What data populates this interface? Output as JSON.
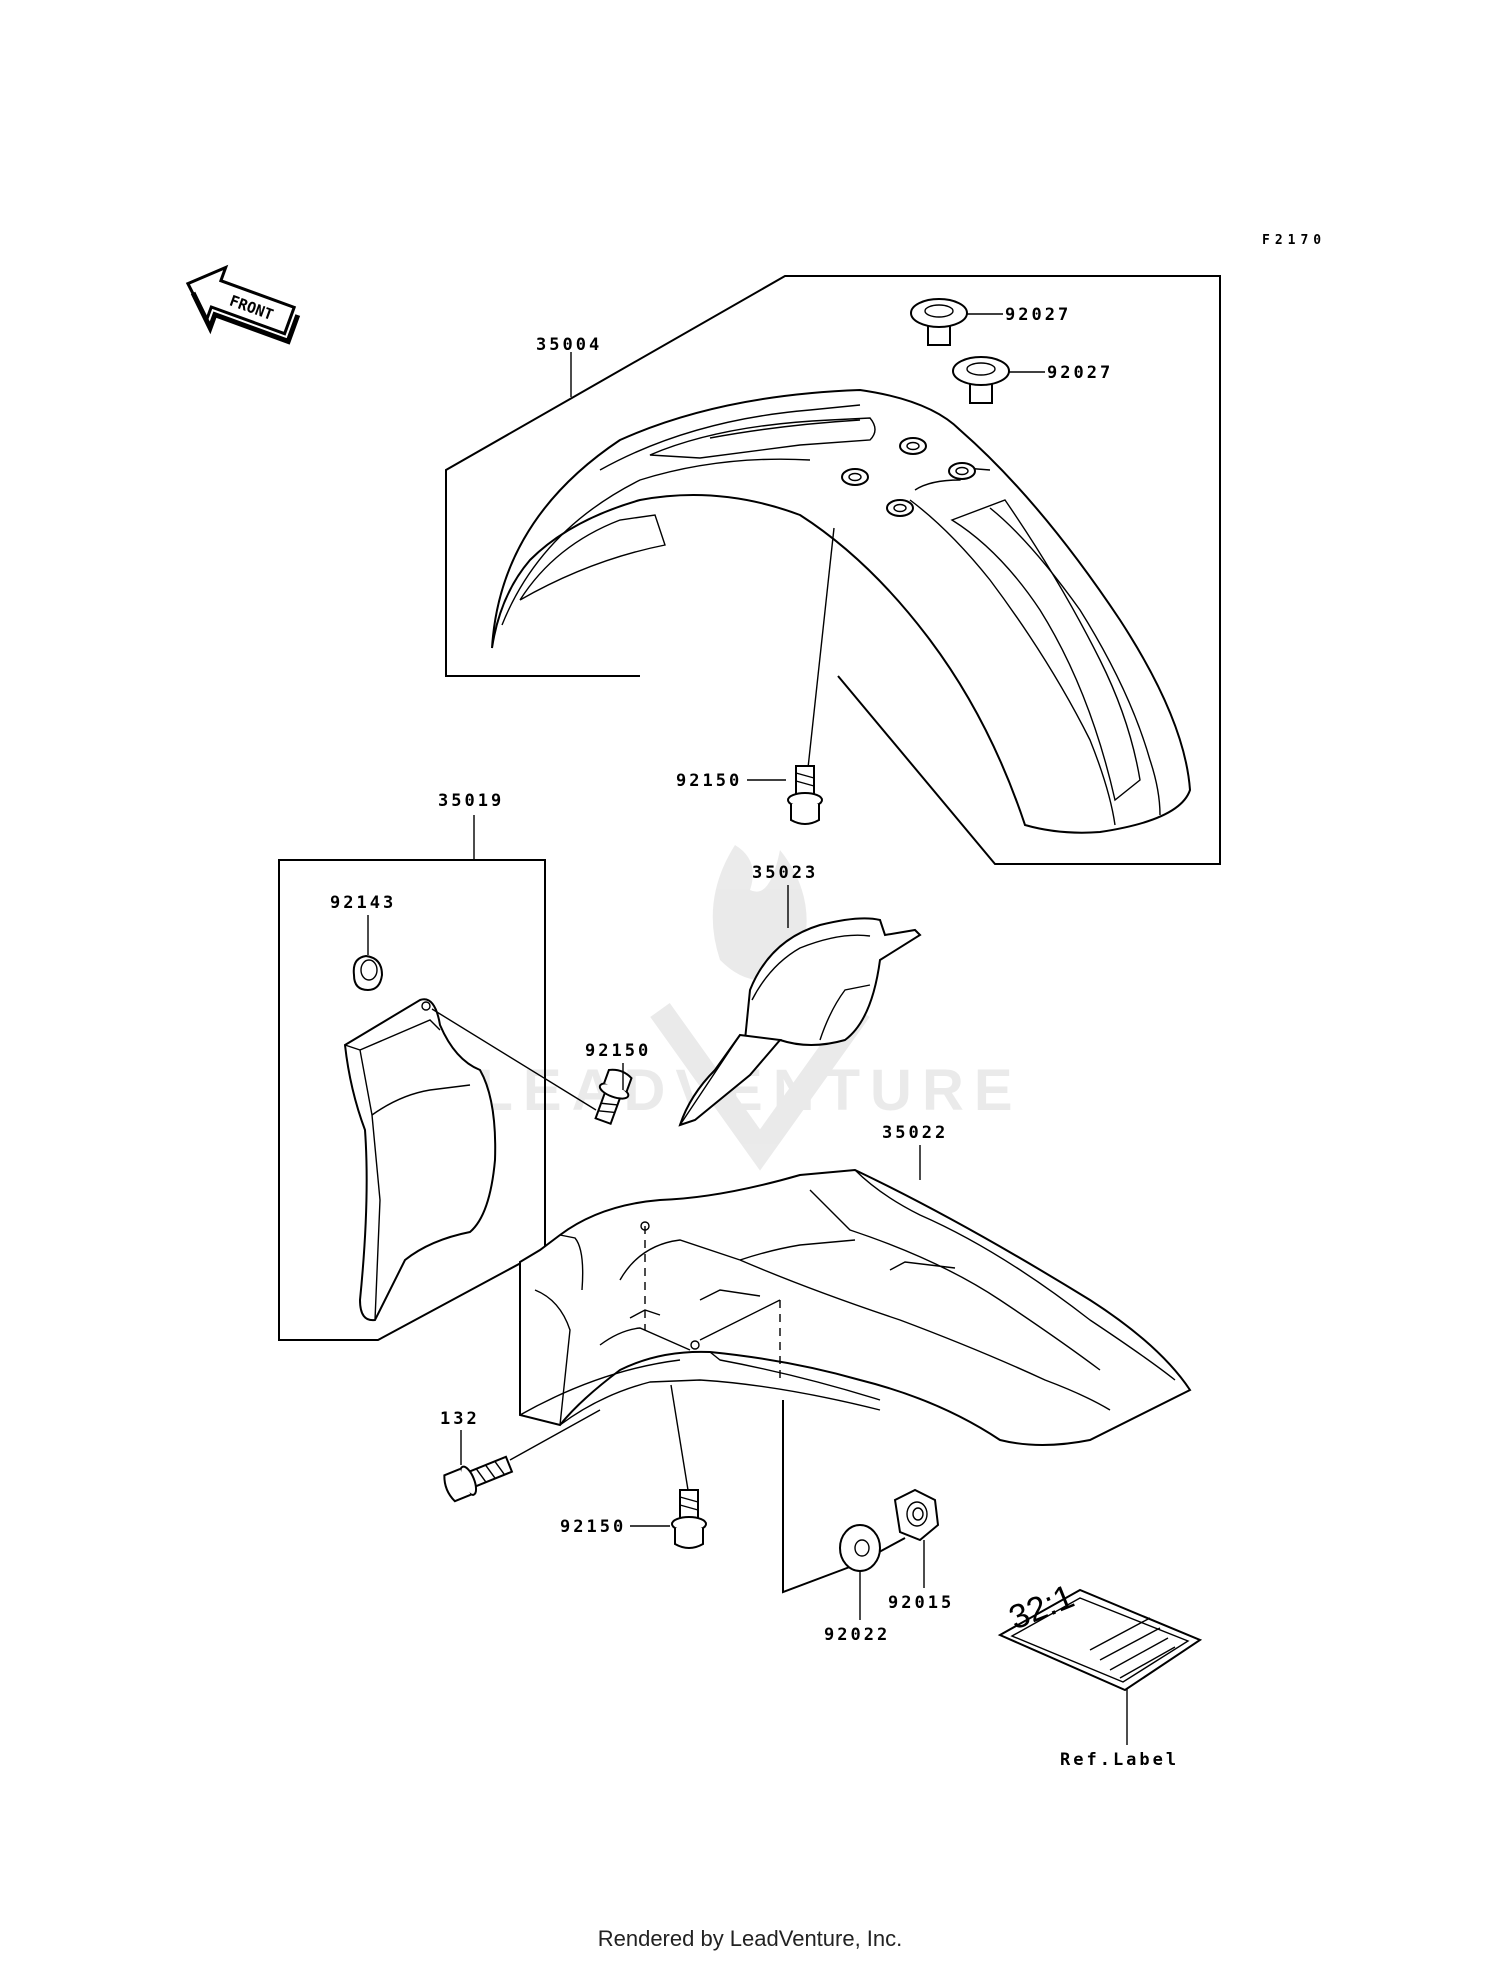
{
  "diagram_code": "F2170",
  "front_arrow_label": "FRONT",
  "parts": {
    "p35004": "35004",
    "p92027a": "92027",
    "p92027b": "92027",
    "p92150a": "92150",
    "p35019": "35019",
    "p92143": "92143",
    "p92150b": "92150",
    "p35023": "35023",
    "p35022": "35022",
    "p132": "132",
    "p92150c": "92150",
    "p92022": "92022",
    "p92015": "92015",
    "ref_label": "Ref.Label"
  },
  "ref_label_text": "32:1",
  "watermark": "LEADVENTURE",
  "footer": "Rendered by LeadVenture, Inc."
}
